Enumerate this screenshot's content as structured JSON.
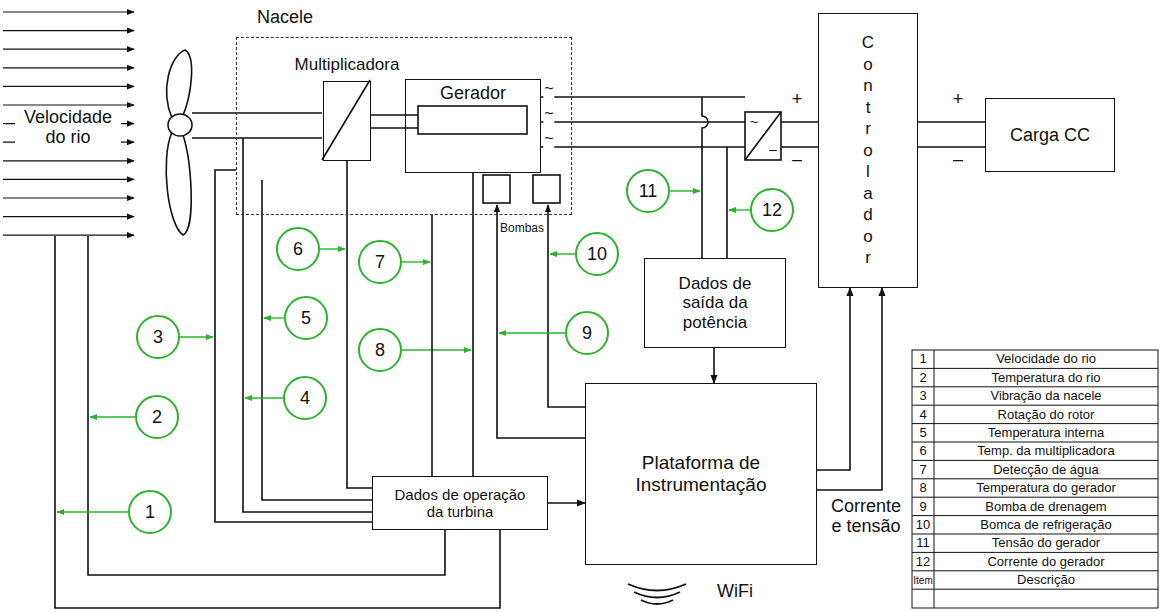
{
  "diagram": {
    "nodes": [
      {
        "text": [
          "Nacele"
        ]
      },
      {
        "text": [
          "Multiplicadora"
        ],
        "in": 0
      },
      {
        "text": [
          "Gerador"
        ],
        "in": 0
      },
      {
        "text": [
          "Controlador"
        ]
      },
      {
        "text": [
          "Carga CC"
        ]
      },
      {
        "text": [
          "Dados de saída da potência"
        ]
      },
      {
        "text": [
          "Plataforma de Instrumentação"
        ]
      },
      {
        "text": [
          "Dados de operação da turbina"
        ]
      },
      {
        "text": [
          "1"
        ]
      },
      {
        "text": [
          "2"
        ]
      },
      {
        "text": [
          "3"
        ]
      },
      {
        "text": [
          "4"
        ]
      },
      {
        "text": [
          "5"
        ]
      },
      {
        "text": [
          "6"
        ]
      },
      {
        "text": [
          "7"
        ]
      },
      {
        "text": [
          "8"
        ]
      },
      {
        "text": [
          "9"
        ]
      },
      {
        "text": [
          "10"
        ]
      },
      {
        "text": [
          "11"
        ]
      },
      {
        "text": [
          "12"
        ]
      }
    ],
    "edges": [
      {
        "from": 0,
        "to": 7,
        "arrow": "none"
      },
      {
        "from": 0,
        "to": 7,
        "arrow": "none"
      },
      {
        "from": 1,
        "to": 7,
        "arrow": "none"
      },
      {
        "from": 2,
        "to": 7,
        "arrow": "none"
      },
      {
        "from": 7,
        "to": 6,
        "arrow": "to"
      },
      {
        "from": 5,
        "to": 6,
        "arrow": "to"
      },
      {
        "from": 6,
        "to": 3,
        "arrow": "to"
      },
      {
        "from": 6,
        "to": 3,
        "label": "Corrente e tensão",
        "arrow": "to"
      },
      {
        "from": 3,
        "to": 4,
        "arrow": "none"
      },
      {
        "from": 3,
        "to": 4,
        "arrow": "none"
      }
    ],
    "labels": [
      "Velocidade do rio",
      "~",
      "~",
      "~",
      "~",
      "–",
      "+",
      "–",
      "+",
      "–",
      "Bombas",
      "WiFi",
      "1",
      "Velocidade do rio",
      "2",
      "Temperatura do rio",
      "3",
      "Vibração da nacele",
      "4",
      "Rotação do rotor",
      "5",
      "Temperatura interna",
      "6",
      "Temp. da multiplicadora",
      "7",
      "Detecção de água",
      "8",
      "Temperatura do gerador",
      "9",
      "Bomba de drenagem",
      "10",
      "Bomca de refrigeração",
      "11",
      "Tensão do gerador",
      "12",
      "Corrente do gerador",
      "Item",
      "Descrição"
    ]
  }
}
